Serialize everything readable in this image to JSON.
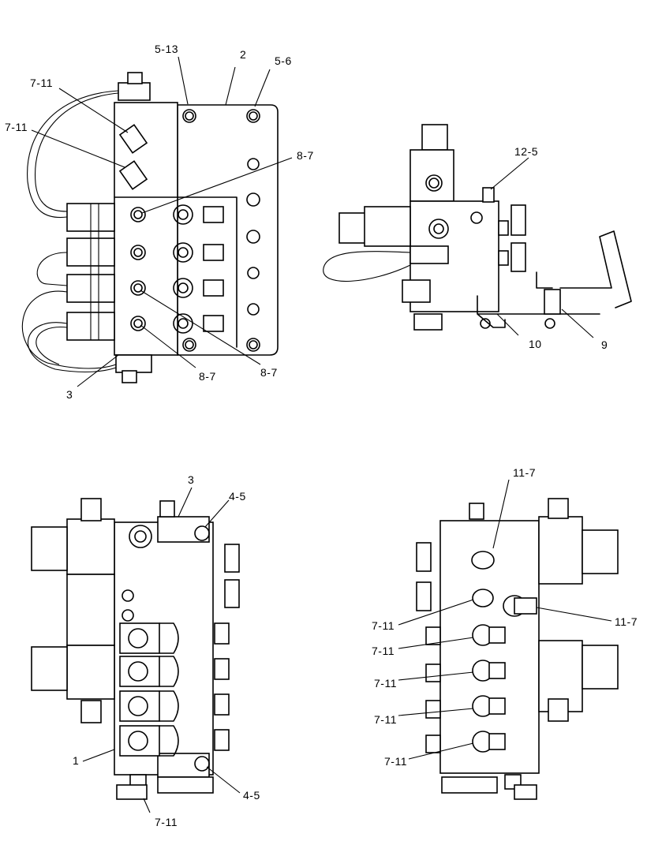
{
  "labels": {
    "v1_5_13": "5-13",
    "v1_2": "2",
    "v1_5_6": "5-6",
    "v1_7_11_a": "7-11",
    "v1_7_11_b": "7-11",
    "v1_8_7_a": "8-7",
    "v1_8_7_b": "8-7",
    "v1_8_7_c": "8-7",
    "v1_3": "3",
    "v2_12_5": "12-5",
    "v2_10": "10",
    "v2_9": "9",
    "v3_3": "3",
    "v3_4_5_a": "4-5",
    "v3_4_5_b": "4-5",
    "v3_1": "1",
    "v3_7_11": "7-11",
    "v4_11_7_a": "11-7",
    "v4_11_7_b": "11-7",
    "v4_7_11_a": "7-11",
    "v4_7_11_b": "7-11",
    "v4_7_11_c": "7-11",
    "v4_7_11_d": "7-11",
    "v4_7_11_e": "7-11"
  }
}
